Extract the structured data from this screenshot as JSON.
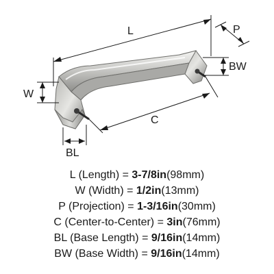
{
  "dimension_labels": {
    "length": "L",
    "projection": "P",
    "base_width": "BW",
    "width": "W",
    "center_to_center": "C",
    "base_length": "BL"
  },
  "specs": [
    {
      "key": "L",
      "name": "(Length) = ",
      "value": "3-7/8in",
      "metric": "(98mm)"
    },
    {
      "key": "W",
      "name": "(Width) = ",
      "value": "1/2in",
      "metric": "(13mm)"
    },
    {
      "key": "P",
      "name": "(Projection) = ",
      "value": "1-3/16in",
      "metric": "(30mm)"
    },
    {
      "key": "C",
      "name": "(Center-to-Center) = ",
      "value": "3in",
      "metric": "(76mm)"
    },
    {
      "key": "BL",
      "name": "(Base Length) = ",
      "value": "9/16in",
      "metric": "(14mm)"
    },
    {
      "key": "BW",
      "name": "(Base Width) = ",
      "value": "9/16in",
      "metric": "(14mm)"
    }
  ]
}
